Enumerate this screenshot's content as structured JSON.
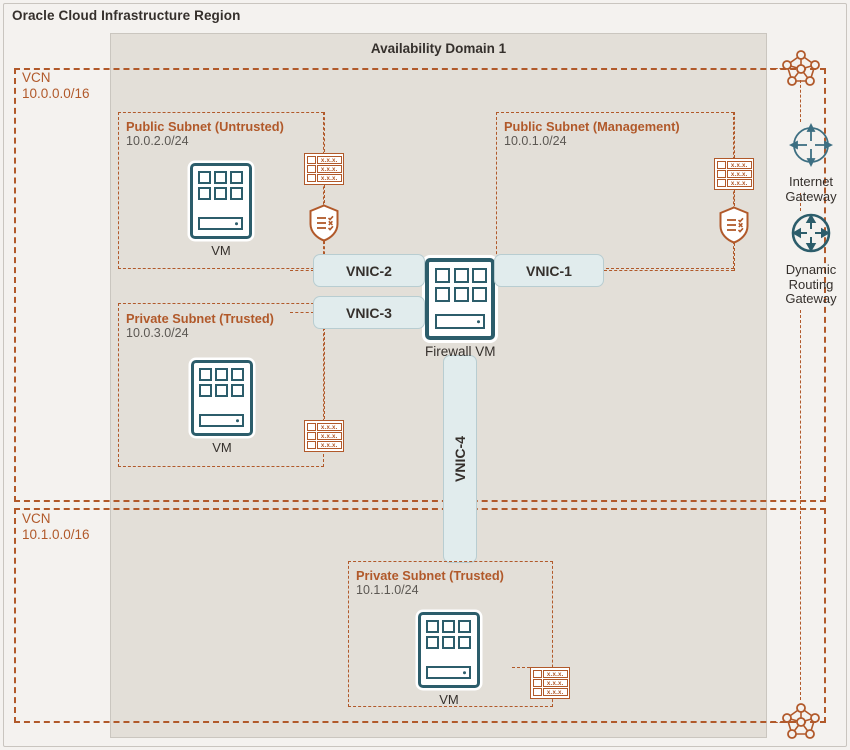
{
  "region": {
    "title": "Oracle Cloud Infrastructure Region"
  },
  "availability_domain": {
    "title": "Availability Domain 1"
  },
  "vcns": [
    {
      "id": "vcn-top",
      "label": "VCN",
      "cidr": "10.0.0.0/16"
    },
    {
      "id": "vcn-bottom",
      "label": "VCN",
      "cidr": "10.1.0.0/16"
    }
  ],
  "subnets": [
    {
      "id": "public-untrusted",
      "name": "Public Subnet (Untrusted)",
      "cidr": "10.0.2.0/24",
      "vm_label": "VM"
    },
    {
      "id": "public-management",
      "name": "Public Subnet (Management)",
      "cidr": "10.0.1.0/24"
    },
    {
      "id": "private-trusted-top",
      "name": "Private Subnet (Trusted)",
      "cidr": "10.0.3.0/24",
      "vm_label": "VM"
    },
    {
      "id": "private-trusted-bottom",
      "name": "Private Subnet (Trusted)",
      "cidr": "10.1.1.0/24",
      "vm_label": "VM"
    }
  ],
  "vnics": [
    {
      "id": "vnic-1",
      "label": "VNIC-1"
    },
    {
      "id": "vnic-2",
      "label": "VNIC-2"
    },
    {
      "id": "vnic-3",
      "label": "VNIC-3"
    },
    {
      "id": "vnic-4",
      "label": "VNIC-4"
    }
  ],
  "firewall": {
    "label": "Firewall VM"
  },
  "gateways": [
    {
      "id": "internet-gateway",
      "label": "Internet\nGateway",
      "line1": "Internet",
      "line2": "Gateway"
    },
    {
      "id": "dynamic-routing-gateway",
      "label": "Dynamic Routing Gateway",
      "line1": "Dynamic",
      "line2": "Routing",
      "line3": "Gateway"
    }
  ],
  "route_tables": [
    {
      "id": "rt-untrusted",
      "rows": [
        "x.x.x.",
        "x.x.x.",
        "x.x.x."
      ]
    },
    {
      "id": "rt-management",
      "rows": [
        "x.x.x.",
        "x.x.x.",
        "x.x.x."
      ]
    },
    {
      "id": "rt-private-top",
      "rows": [
        "x.x.x.",
        "x.x.x.",
        "x.x.x."
      ]
    },
    {
      "id": "rt-private-bottom",
      "rows": [
        "x.x.x.",
        "x.x.x.",
        "x.x.x."
      ]
    }
  ],
  "security_lists": [
    {
      "id": "sl-untrusted"
    },
    {
      "id": "sl-management"
    }
  ],
  "icons": {
    "vm": "vm-icon",
    "firewall_vm": "firewall-vm-icon",
    "route_table": "route-table-icon",
    "security_list": "security-list-shield-icon",
    "internet_gateway": "internet-gateway-icon",
    "dynamic_routing_gateway": "dynamic-routing-gateway-icon",
    "network_mesh": "network-mesh-icon"
  },
  "colors": {
    "accent_orange": "#b1592a",
    "accent_teal": "#2c5d6b",
    "panel_bg": "#e3dfd8",
    "page_bg": "#f4f2ef",
    "vnic_bg": "#e1eced",
    "text_dark": "#35302c",
    "text_gray": "#5c5853"
  }
}
